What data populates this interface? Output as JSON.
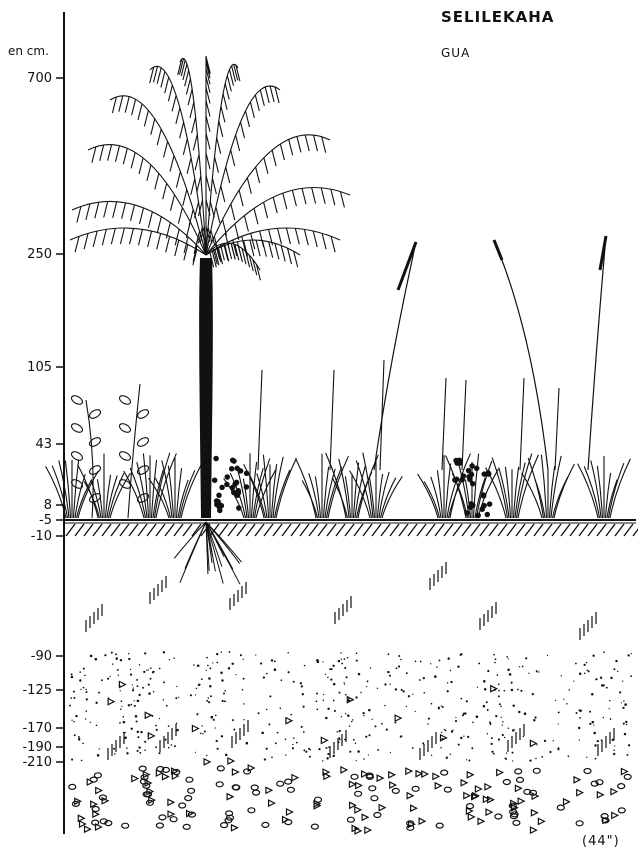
{
  "header": {
    "title": "SELILEKAHA",
    "subtitle": "GUA",
    "unit": "en cm."
  },
  "scale": {
    "ticks": [
      {
        "label": "700",
        "value": 700
      },
      {
        "label": "250",
        "value": 250
      },
      {
        "label": "105",
        "value": 105
      },
      {
        "label": "43",
        "value": 43
      },
      {
        "label": "8",
        "value": 8
      },
      {
        "label": "-5",
        "value": -5
      },
      {
        "label": "-10",
        "value": -10
      },
      {
        "label": "-90",
        "value": -90
      },
      {
        "label": "-125",
        "value": -125
      },
      {
        "label": "-170",
        "value": -170
      },
      {
        "label": "-190",
        "value": -190
      },
      {
        "label": "-210",
        "value": -210
      }
    ]
  },
  "footer": {
    "figure_ref": "(44\")"
  },
  "colors": {
    "ink": "#111111",
    "paper": "#ffffff"
  }
}
